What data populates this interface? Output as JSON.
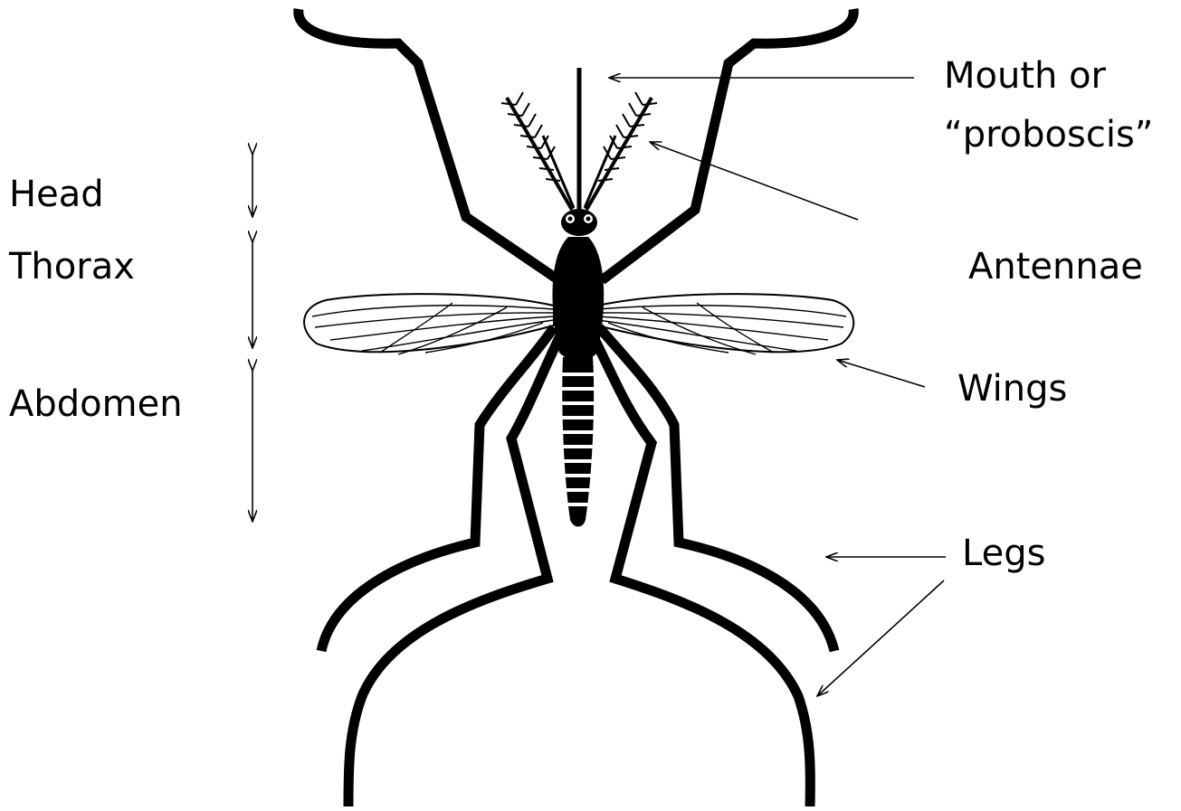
{
  "labels": {
    "head": "Head",
    "thorax": "Thorax",
    "abdomen": "Abdomen",
    "mouth_line1": "Mouth or",
    "mouth_line2": "“proboscis”",
    "antennae": "Antennae",
    "wings": "Wings",
    "legs": "Legs"
  }
}
